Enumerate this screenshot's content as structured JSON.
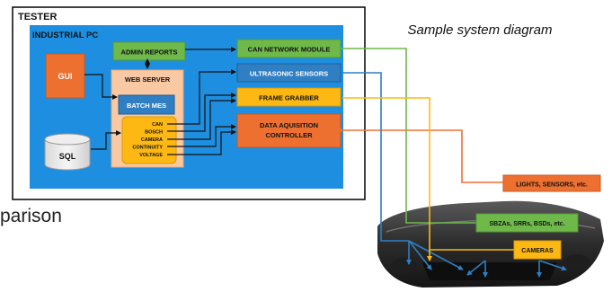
{
  "diagram": {
    "tester_label": "TESTER",
    "industrial_pc_label": "INDUSTRIAL PC",
    "caption": "Sample system diagram",
    "cropped_side_text": "parison",
    "blocks": {
      "gui": "GUI",
      "sql": "SQL",
      "admin_reports": "ADMIN REPORTS",
      "web_server": "WEB SERVER",
      "batch_mes": "BATCH MES",
      "interfaces": [
        "CAN",
        "BOSCH",
        "CAMERA",
        "CONTINUITY",
        "VOLTAGE"
      ],
      "can_network_module": "CAN NETWORK MODULE",
      "ultrasonic_sensors": "ULTRASONIC SENSORS",
      "frame_grabber": "FRAME GRABBER",
      "daq_line1": "DATA AQUISITION",
      "daq_line2": "CONTROLLER",
      "lights_sensors": "LIGHTS, SENSORS, etc.",
      "sbzas": "SBZAs, SRRs, BSDs, etc.",
      "cameras": "CAMERAS"
    },
    "colors": {
      "pc_blue": "#1e8fe0",
      "orange": "#ed7030",
      "green": "#6fb84a",
      "sky": "#2f7fc2",
      "gold": "#fdb813",
      "peach": "#f9c9a3"
    }
  }
}
